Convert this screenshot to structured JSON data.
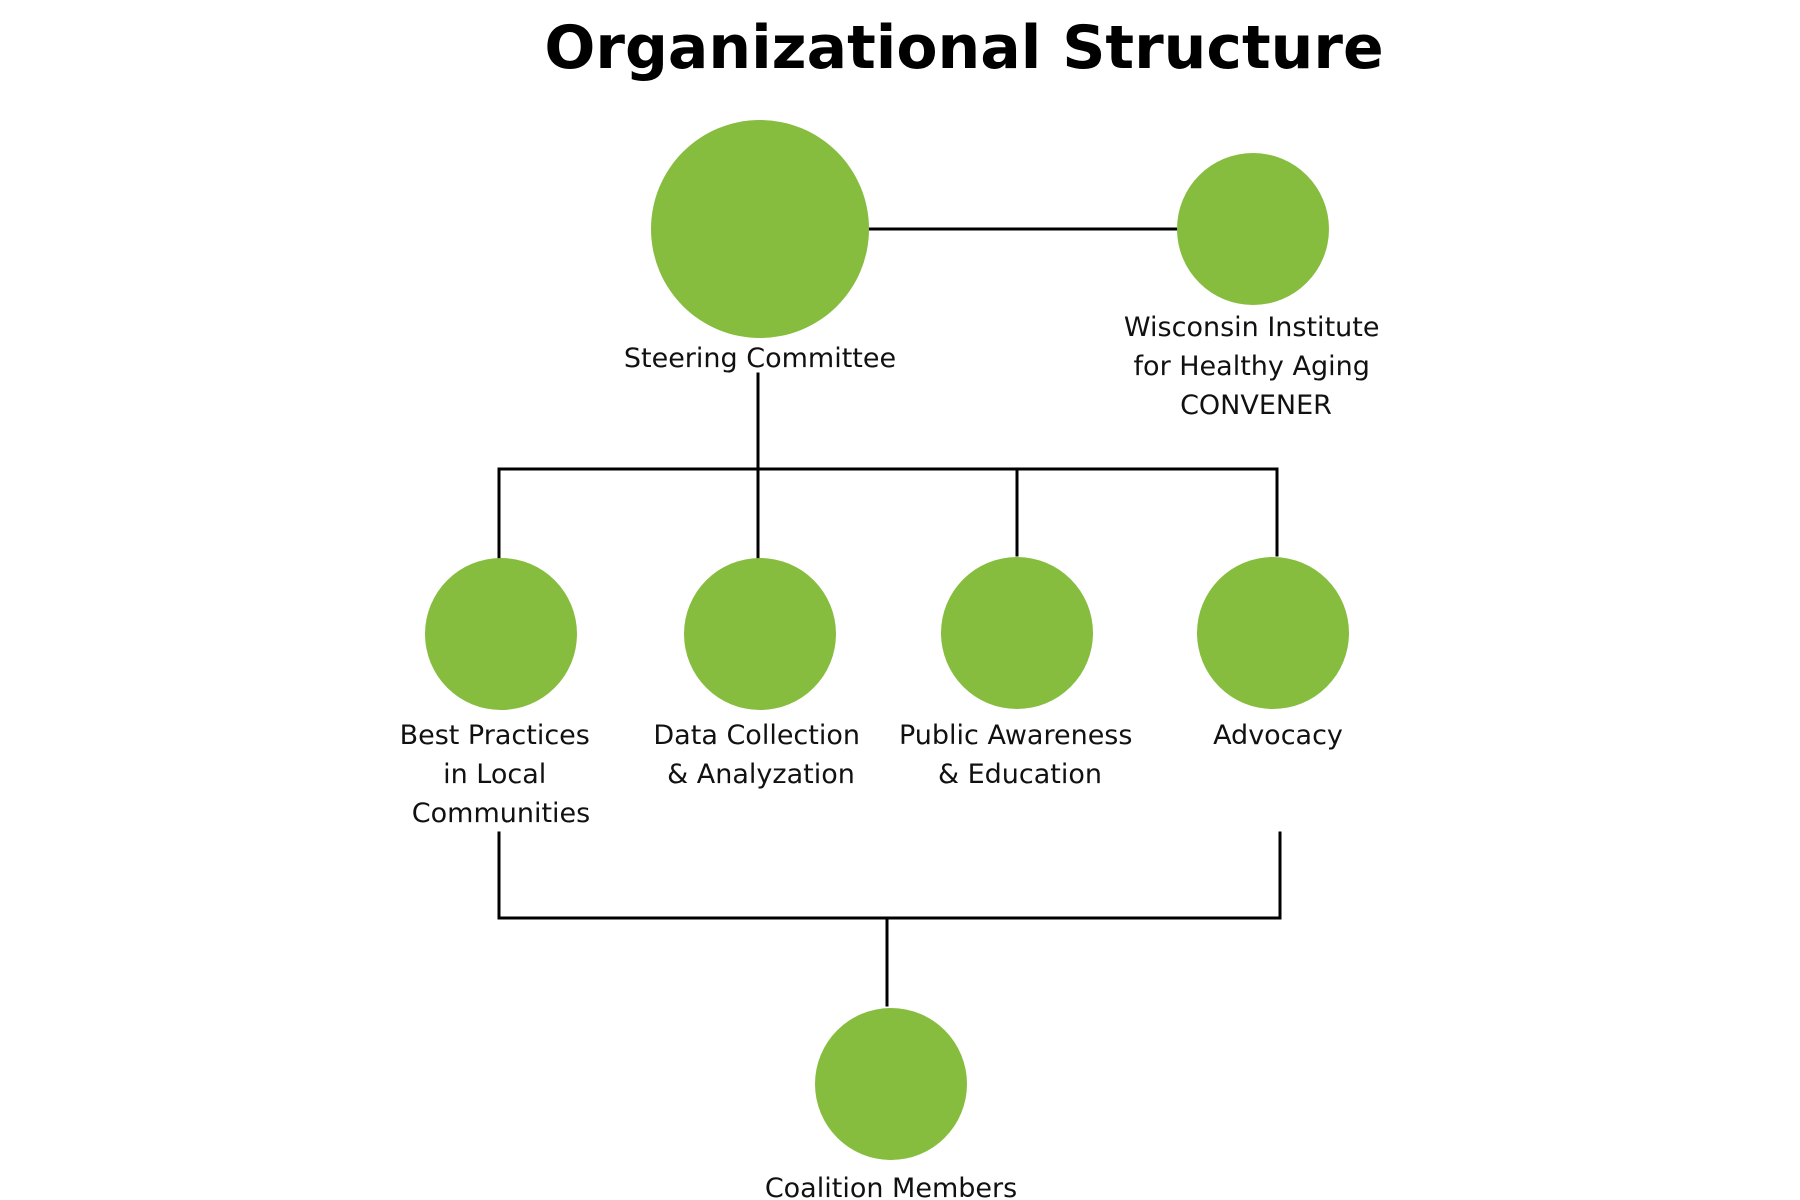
{
  "title": "Organizational Structure",
  "colors": {
    "node_fill": "#86BD3F",
    "connector": "#000000",
    "text": "#111111"
  },
  "nodes": {
    "steering": {
      "label_lines": [
        "Steering Committee"
      ]
    },
    "convener": {
      "label_lines": [
        "Wisconsin Institute",
        "for Healthy Aging",
        "CONVENER"
      ]
    },
    "best_practices": {
      "label_lines": [
        "Best Practices",
        "in Local",
        "Communities"
      ]
    },
    "data_collection": {
      "label_lines": [
        "Data Collection",
        "& Analyzation"
      ]
    },
    "public_awareness": {
      "label_lines": [
        "Public Awareness",
        "& Education"
      ]
    },
    "advocacy": {
      "label_lines": [
        "Advocacy"
      ]
    },
    "coalition": {
      "label_lines": [
        "Coalition Members"
      ]
    }
  },
  "edges": [
    {
      "from": "steering",
      "to": "convener"
    },
    {
      "from": "steering",
      "to": "best_practices"
    },
    {
      "from": "steering",
      "to": "data_collection"
    },
    {
      "from": "steering",
      "to": "public_awareness"
    },
    {
      "from": "steering",
      "to": "advocacy"
    },
    {
      "from": "best_practices",
      "to": "coalition"
    },
    {
      "from": "advocacy",
      "to": "coalition"
    }
  ]
}
